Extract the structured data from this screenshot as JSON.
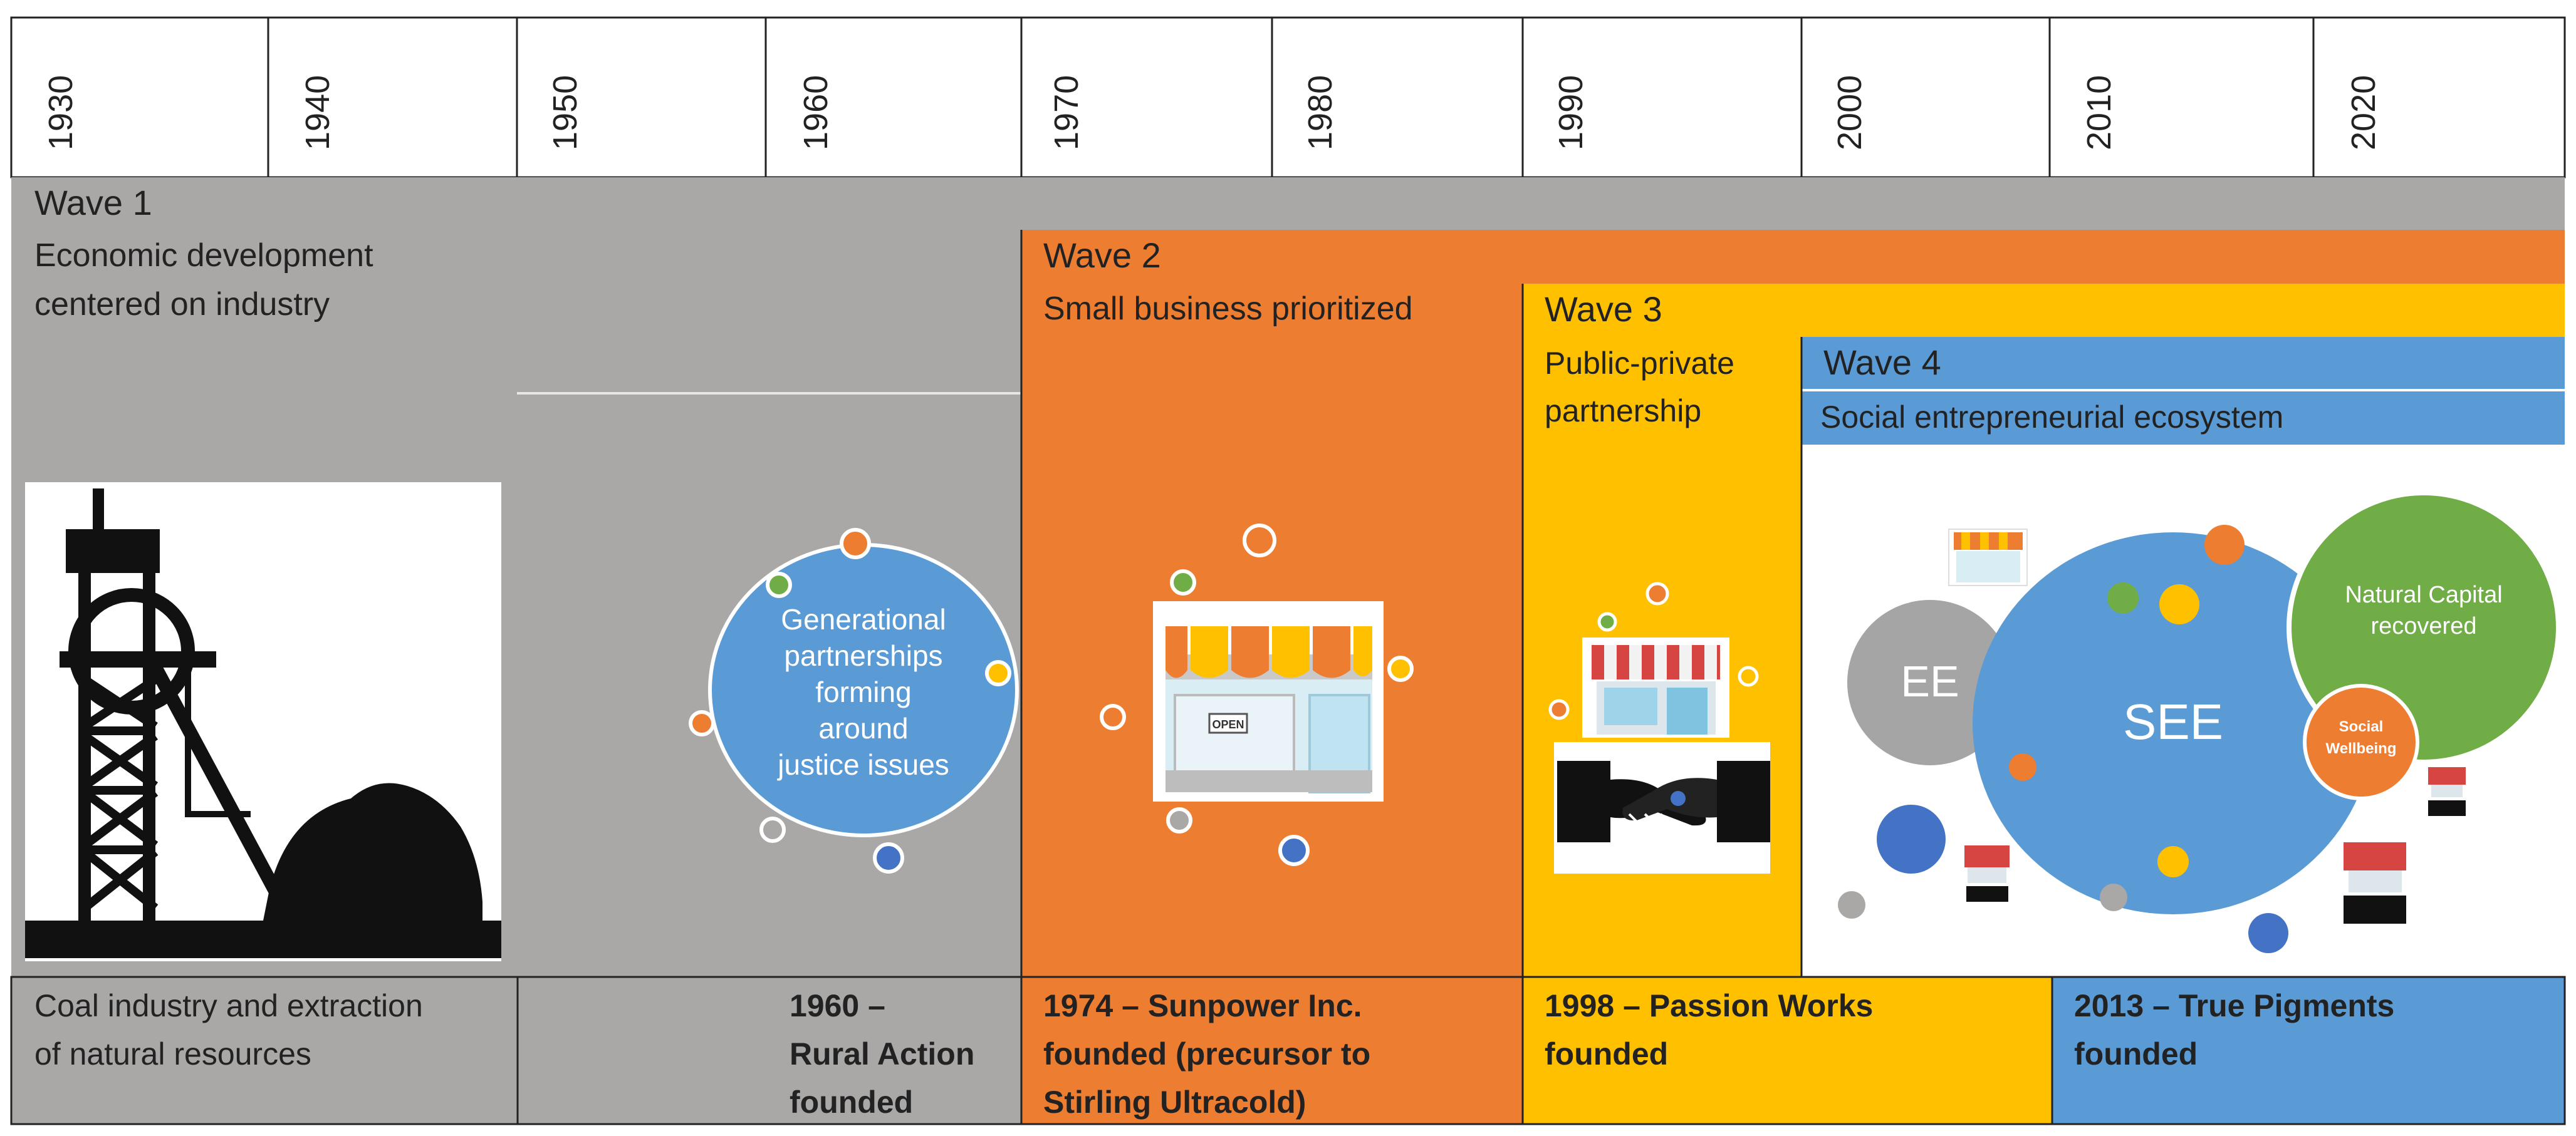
{
  "decades": [
    "1930",
    "1940",
    "1950",
    "1960",
    "1970",
    "1980",
    "1990",
    "2000",
    "2010",
    "2020"
  ],
  "colors": {
    "wave1": "#aaa7a7",
    "wave2": "#ed7d31",
    "wave3": "#ffc000",
    "wave4": "#5b9bd5",
    "ee_circle": "#a5a5a5",
    "natural_capital": "#70ad47",
    "dot_blue": "#4472c4",
    "dot_green": "#70ad47"
  },
  "waves": [
    {
      "title": "Wave 1",
      "subtitle": "Economic development centered on industry",
      "subtitle_lines": [
        "Economic development",
        "centered on industry"
      ]
    },
    {
      "title": "Wave 2",
      "subtitle": "Small business prioritized",
      "subtitle_lines": [
        "Small business prioritized"
      ]
    },
    {
      "title": "Wave 3",
      "subtitle": "Public-private partnership",
      "subtitle_lines": [
        "Public-private",
        "partnership"
      ]
    },
    {
      "title": "Wave 4",
      "subtitle": "Social entrepreneurial ecosystem",
      "subtitle_lines": [
        "Social entrepreneurial ecosystem"
      ]
    }
  ],
  "illustrations": {
    "coal_mine_icon": "mine-headframe-icon",
    "storefront_icon": "storefront-icon",
    "handshake_icon": "handshake-icon",
    "generational_bubble": [
      "Generational",
      "partnerships",
      "forming",
      "around",
      "justice issues"
    ],
    "open_sign": "OPEN",
    "ee_label": "EE",
    "see_label": "SEE",
    "natural_capital": [
      "Natural Capital",
      "recovered"
    ],
    "social_wellbeing": [
      "Social",
      "Wellbeing"
    ]
  },
  "events": [
    {
      "lines": [
        "Coal industry and extraction",
        "of natural resources"
      ]
    },
    {
      "lines": [
        "1960 –",
        "Rural Action",
        "founded"
      ]
    },
    {
      "lines": [
        "1974 – Sunpower Inc.",
        "founded (precursor to",
        "Stirling Ultracold)"
      ]
    },
    {
      "lines": [
        "1998 – Passion Works",
        "founded"
      ]
    },
    {
      "lines": [
        "2013 – True Pigments",
        "founded"
      ]
    }
  ]
}
